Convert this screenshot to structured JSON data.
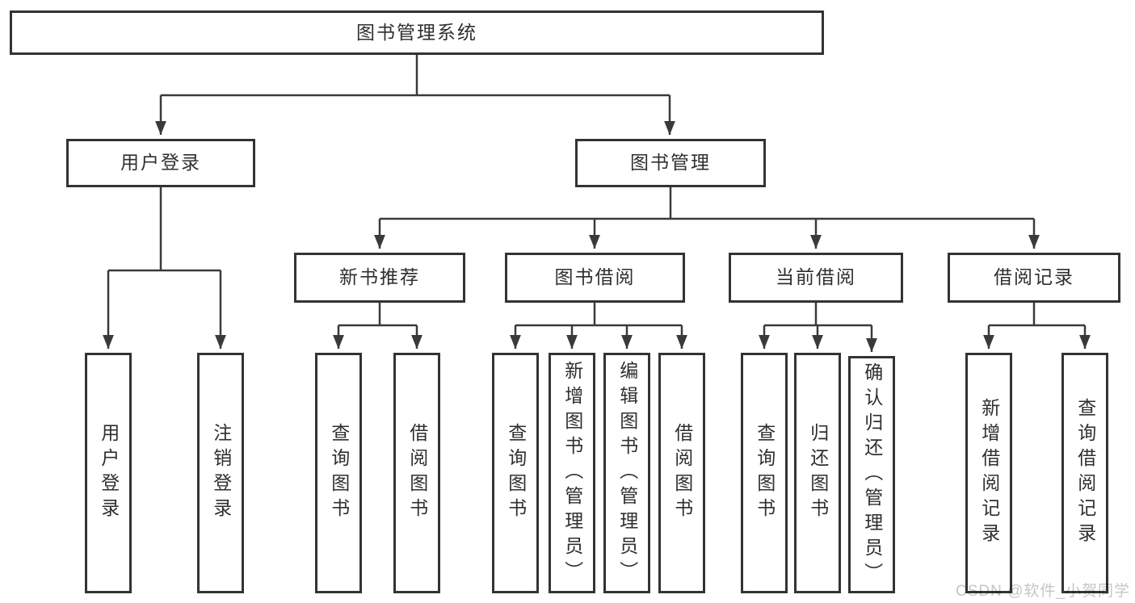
{
  "tree": {
    "label": "图书管理系统",
    "children": [
      {
        "label": "用户登录",
        "children": [
          {
            "label": "用户登录"
          },
          {
            "label": "注销登录"
          }
        ]
      },
      {
        "label": "图书管理",
        "children": [
          {
            "label": "新书推荐",
            "children": [
              {
                "label": "查询图书"
              },
              {
                "label": "借阅图书"
              }
            ]
          },
          {
            "label": "图书借阅",
            "children": [
              {
                "label": "查询图书"
              },
              {
                "label": "新增图书（管理员）"
              },
              {
                "label": "编辑图书（管理员）"
              },
              {
                "label": "借阅图书"
              }
            ]
          },
          {
            "label": "当前借阅",
            "children": [
              {
                "label": "查询图书"
              },
              {
                "label": "归还图书"
              },
              {
                "label": "确认归还（管理员）"
              }
            ]
          },
          {
            "label": "借阅记录",
            "children": [
              {
                "label": "新增借阅记录"
              },
              {
                "label": "查询借阅记录"
              }
            ]
          }
        ]
      }
    ]
  },
  "watermark": {
    "text": "CSDN @软件_小贺同学"
  },
  "colors": {
    "line": "#3a3a3a",
    "box_border": "#333333",
    "text": "#2f2f2f",
    "watermark": "#c6c6c6",
    "background": "#ffffff"
  }
}
